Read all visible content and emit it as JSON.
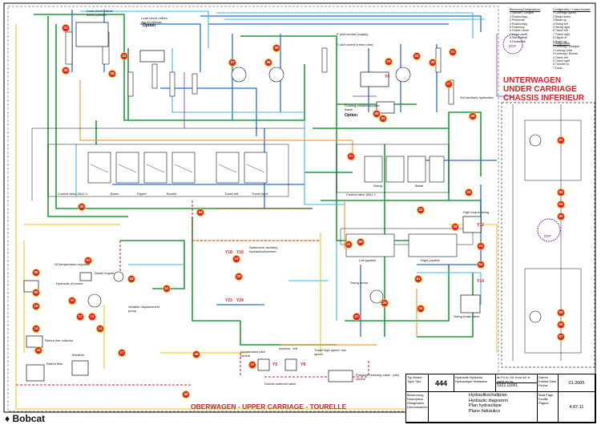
{
  "diagram": {
    "upper_title": "OBERWAGEN - UPPER CARRIAGE - TOURELLE",
    "lower_title_1": "UNTERWAGEN",
    "lower_title_2": "UNDER CARRIAGE",
    "lower_title_3": "CHASSIS INFERIEUR",
    "option_1": "Option",
    "option_2": "Option",
    "ddf_1": "DDF",
    "ddf_2": "DDF",
    "labels": {
      "control_valve_left": "Control valve 4541 h",
      "control_valve_right": "Control valve 4541 2",
      "boom": "Boom",
      "dipper": "Dipper",
      "bucket": "Bucket",
      "swing": "Swing",
      "travel_left": "Travel left",
      "travel_right": "Travel right",
      "blade": "Blade",
      "oil_temp": "Oil temperature regulator",
      "hydraulic_oil_cooler": "Hydraulic oil cooler",
      "diesel_engine": "Diesel engine",
      "variable_pump": "Variable displacement pump",
      "return_filter": "Return filter",
      "breather": "Breather",
      "return_line_collector": "Return line collector",
      "pilot_control_supply": "P pilot control (supply)",
      "pilot_control_return": "T pilot control (return line)",
      "floating_position": "Floating position support blade",
      "aux_hydraulics": "2nd auxiliary hydraulics",
      "swing_motor": "Swing motor",
      "swing_brake": "Swing brake valve",
      "high_torque": "High torque swing",
      "accumulator": "Accumulator pilot control",
      "armrest_left": "Armrest - left",
      "travel_high_speed": "Travel high speed, low speed",
      "pressure_reducing": "Pressure reducing valve - pilot control",
      "double_solenoid": "Double solenoid valve",
      "load_check_1": "Load check valves boom cylinder",
      "load_check_2": "Load check valves dipper cylinder",
      "left_joystick": "Left joystick",
      "right_joystick": "Right joystick",
      "switchover_aux": "Switchover auxiliary hydraulics/hammer"
    },
    "tags": [
      "Y18",
      "Y16",
      "Y23",
      "Y24",
      "Y4",
      "Y12",
      "Y14",
      "Y5",
      "Y8"
    ],
    "circles": [
      "01",
      "02",
      "03",
      "04",
      "05",
      "06",
      "07",
      "08",
      "09",
      "10",
      "11",
      "12",
      "13",
      "14",
      "15",
      "16",
      "17",
      "18",
      "19",
      "20",
      "21",
      "22",
      "23",
      "24",
      "25",
      "26",
      "27",
      "28",
      "29",
      "30",
      "31",
      "32",
      "33",
      "34",
      "35",
      "36",
      "37",
      "38",
      "39",
      "40",
      "41",
      "42",
      "43",
      "44",
      "45",
      "46",
      "47",
      "48",
      "49",
      "50",
      "51",
      "52",
      "53",
      "54"
    ]
  },
  "legend_1": {
    "heading": "Bekenung Designations",
    "items": [
      "1 Spindel / Lenghe",
      "2 Rückschlag... ",
      "3 Pilotventil",
      "4 Rückschlag",
      "5 Federung",
      "6 Federn ventil",
      "7 Druck-ventil",
      "8 Steuerventil",
      "9 Flussventil"
    ]
  },
  "legend_2": {
    "heading": "Configuration / rotary transfer",
    "items": [
      "1 Low/High speed",
      "2 Blade down",
      "3 Blade up",
      "4 Swing left",
      "5 Swing right",
      "6 Travel left",
      "7 Travel right",
      "8 Dipper in",
      "9 Boom up"
    ]
  },
  "legend_3": {
    "heading": "Configuration",
    "items": [
      "1 Lenkung / Zweiges",
      "2 Leitung Links",
      "3 Lenkung / Rechts",
      "4 Travel left",
      "5 Travel right",
      "6 Transfer to",
      "7 Drain"
    ]
  },
  "title_block": {
    "model_label": "Typ Model Type Tipo",
    "model": "444",
    "desc_de": "Hydraulik Hydraulic",
    "desc_fr": "Hydraulique Hidraulico",
    "serial_label": "ab Fz.Id.-Nr. from s/n à partir du no.",
    "serial": "5322 11001",
    "date_label": "Datum Edition Date Fecha",
    "date": "01.2005",
    "name_label": "Benennung Description Désignation Denominación",
    "name_de": "Hydraulikschaltplan",
    "name_en": "Hydraulic diagramm",
    "name_fr": "Plan hydraulique",
    "name_es": "Plano hidráulico",
    "page_label": "Blatt Page Feuille Página",
    "page": "4.67.11"
  },
  "brand": "Bobcat",
  "colors": {
    "green": "#1f9c3a",
    "blue": "#2a6bd6",
    "cyan": "#3ab7e8",
    "red": "#e31b23",
    "yellow": "#f2c21b",
    "orange": "#f08a1e",
    "purple": "#7a2fb8",
    "black": "#111111"
  }
}
